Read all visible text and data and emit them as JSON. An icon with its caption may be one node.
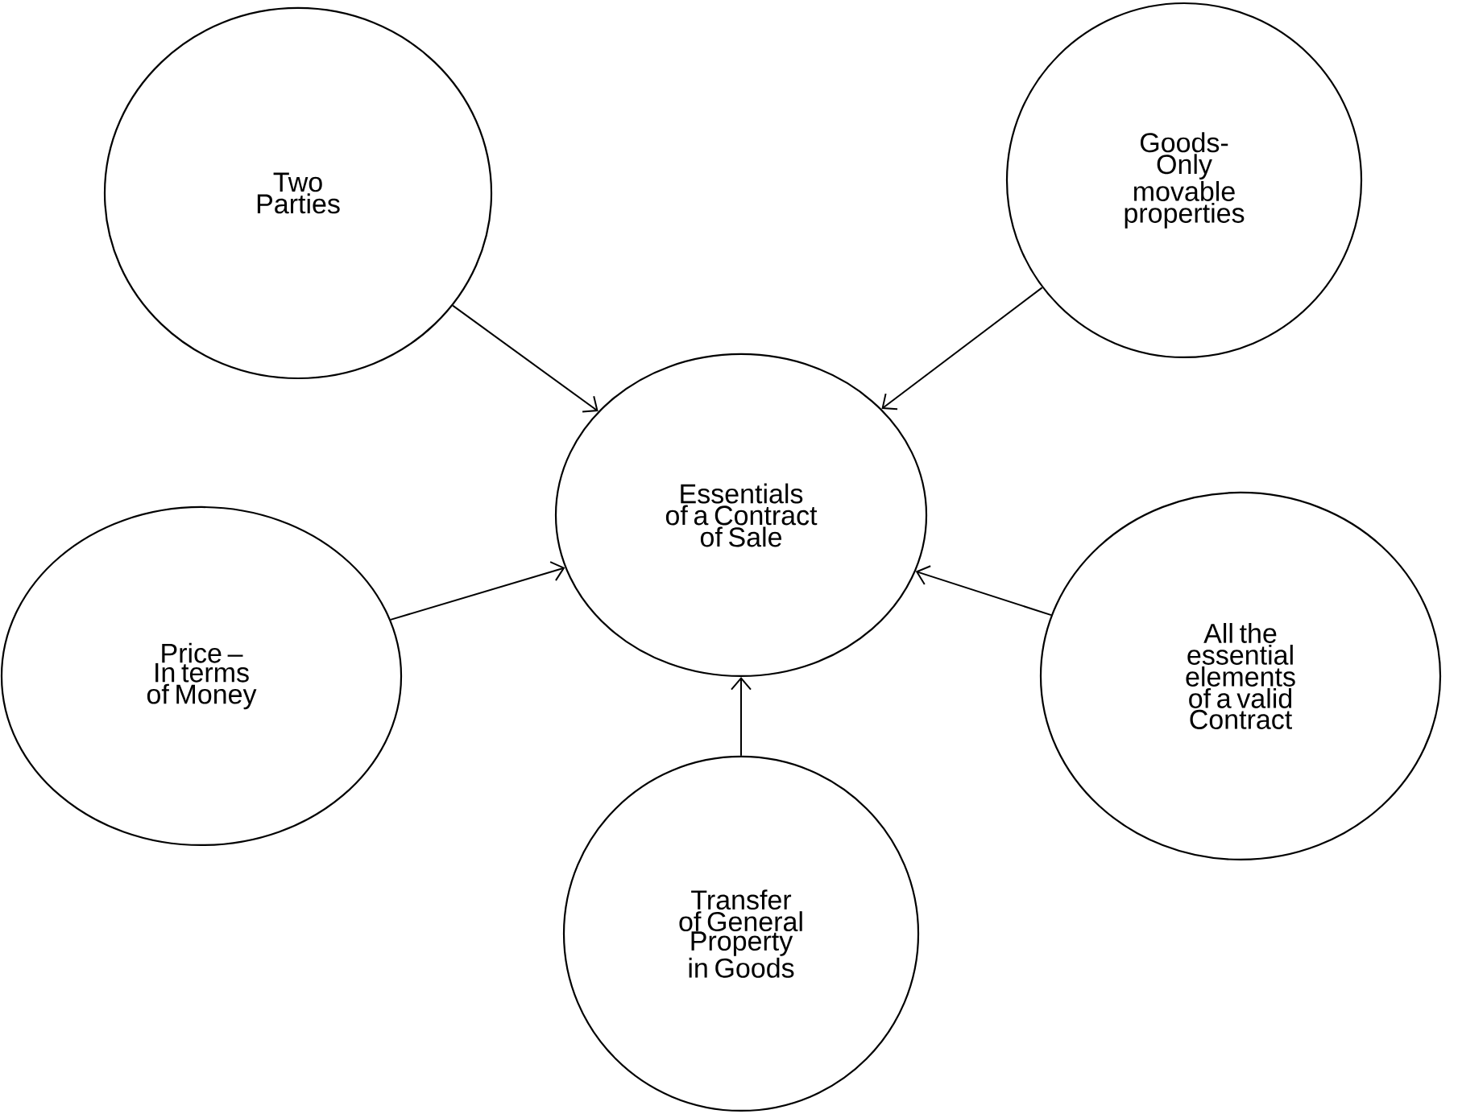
{
  "diagram": {
    "nodes": [
      {
        "text": [
          "Two Parties"
        ]
      },
      {
        "text": [
          "Goods- Only movable properties"
        ]
      },
      {
        "text": [
          "Essentials of a Contract of Sale"
        ]
      },
      {
        "text": [
          "Price – In terms of Money"
        ]
      },
      {
        "text": [
          "All the essential elements of a valid Contract"
        ]
      },
      {
        "text": [
          "Transfer of General Property in Goods"
        ]
      }
    ],
    "edges": [
      {
        "from": 0,
        "to": 2,
        "arrow": "to"
      },
      {
        "from": 1,
        "to": 2,
        "arrow": "to"
      },
      {
        "from": 3,
        "to": 2,
        "arrow": "to"
      },
      {
        "from": 4,
        "to": 2,
        "arrow": "to"
      },
      {
        "from": 5,
        "to": 2,
        "arrow": "to"
      }
    ]
  }
}
